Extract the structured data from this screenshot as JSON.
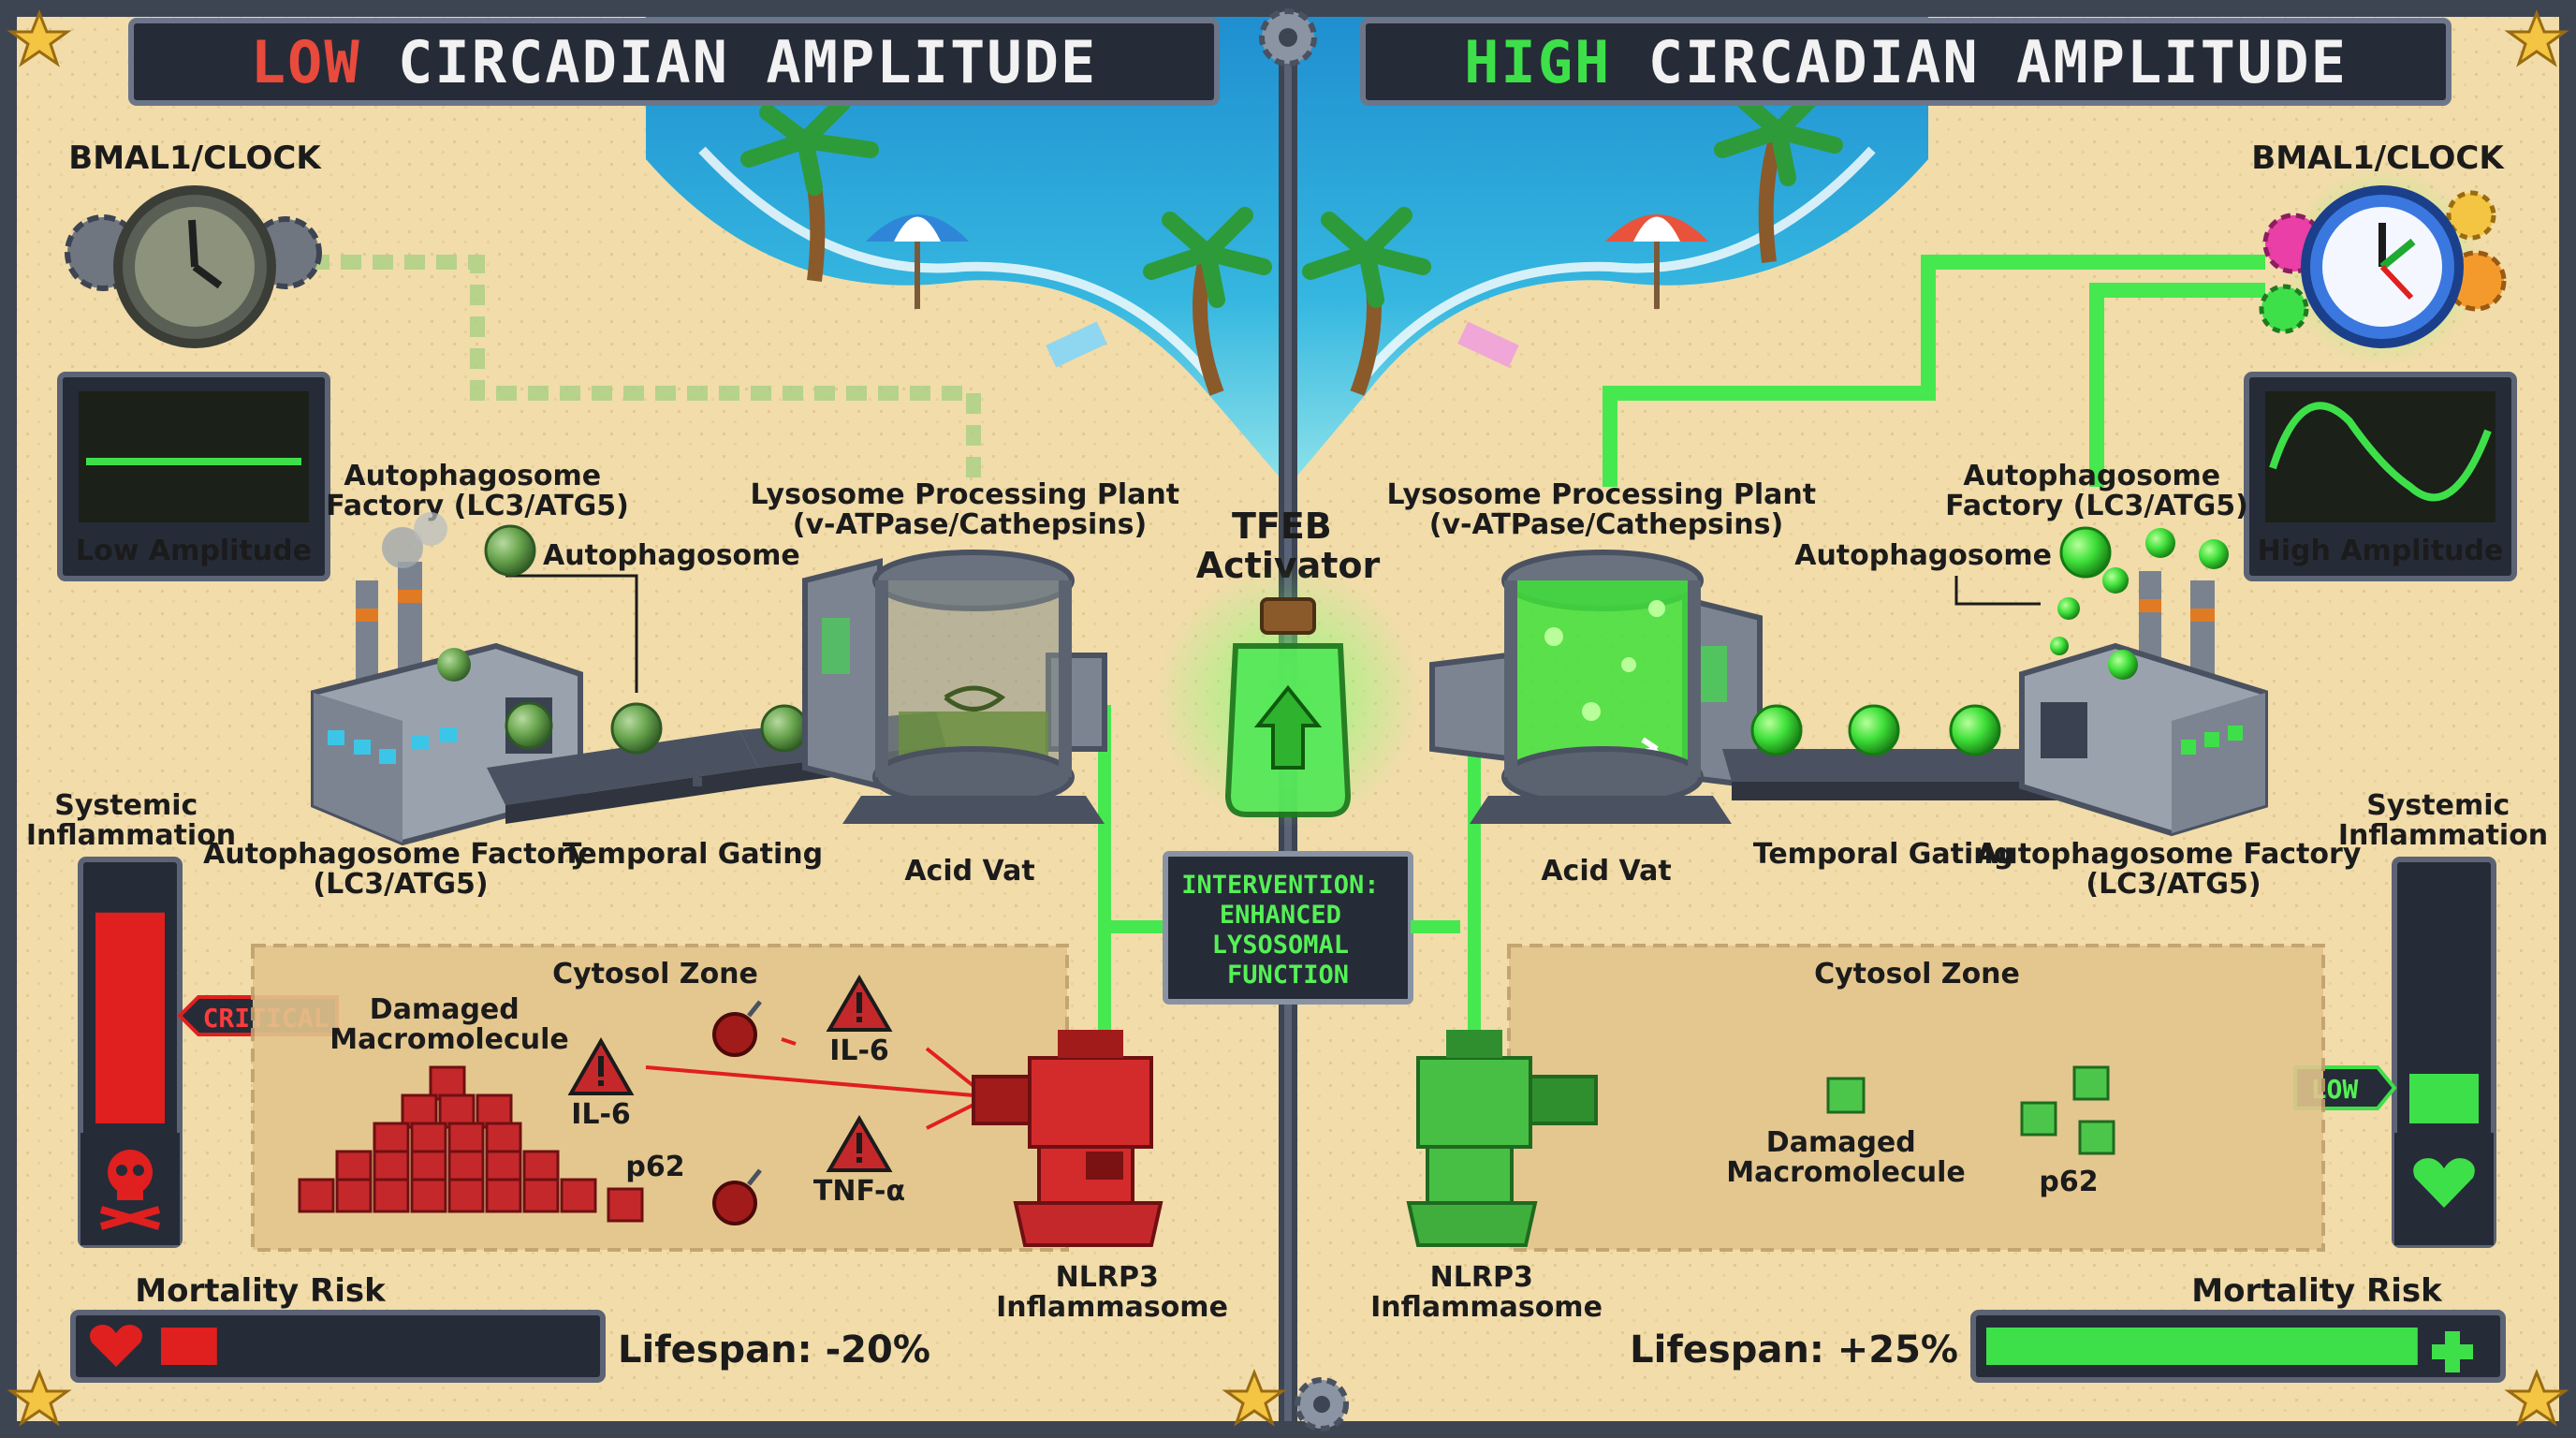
{
  "colors": {
    "sand": "#f1dcaa",
    "frame": "#3d4452",
    "title_bg": "#262b38",
    "low_accent": "#e84a3c",
    "high_accent": "#3ee04a",
    "pipe_green": "#46e84f",
    "danger_red": "#e01f1f",
    "text_dark": "#1b1b1b"
  },
  "titles": {
    "left_prefix": "LOW",
    "left_suffix": " CIRCADIAN AMPLITUDE",
    "right_prefix": "HIGH",
    "right_suffix": " CIRCADIAN AMPLITUDE"
  },
  "center": {
    "tfeb_line1": "TFEB",
    "tfeb_line2": "Activator",
    "intervention_lines": [
      "INTERVENTION:",
      "ENHANCED",
      "LYSOSOMAL",
      "FUNCTION"
    ]
  },
  "left": {
    "clock_label": "BMAL1/CLOCK",
    "monitor_label": "Low Amplitude",
    "factory_top_line1": "Autophagosome",
    "factory_top_line2": "Factory (LC3/ATG5)",
    "autophagosome": "Autophagosome",
    "lysosome_line1": "Lysosome Processing Plant",
    "lysosome_line2": "(v-ATPase/Cathepsins)",
    "factory_bottom_line1": "Autophagosome Factory",
    "factory_bottom_line2": "(LC3/ATG5)",
    "temporal_gating": "Temporal Gating",
    "acid_vat": "Acid Vat",
    "inflammation_line1": "Systemic",
    "inflammation_line2": "Inflammation",
    "inflammation_badge": "CRITICAL",
    "inflammation_level": 0.85,
    "cytosol": "Cytosol Zone",
    "damaged_line1": "Damaged",
    "damaged_line2": "Macromolecule",
    "il6_a": "IL-6",
    "il6_b": "IL-6",
    "tnf": "TNF-α",
    "p62": "p62",
    "nlrp3_line1": "NLRP3",
    "nlrp3_line2": "Inflammasome",
    "mortality": "Mortality Risk",
    "mortality_level": 0.13,
    "lifespan": "Lifespan: -20%"
  },
  "right": {
    "clock_label": "BMAL1/CLOCK",
    "monitor_label": "High Amplitude",
    "factory_top_line1": "Autophagosome",
    "factory_top_line2": "Factory (LC3/ATG5)",
    "autophagosome": "Autophagosome",
    "lysosome_line1": "Lysosome Processing Plant",
    "lysosome_line2": "(v-ATPase/Cathepsins)",
    "factory_bottom_line1": "Autophagosome Factory",
    "factory_bottom_line2": "(LC3/ATG5)",
    "temporal_gating": "Temporal Gating",
    "acid_vat": "Acid Vat",
    "inflammation_line1": "Systemic",
    "inflammation_line2": "Inflammation",
    "inflammation_badge": "LOW",
    "inflammation_level": 0.2,
    "cytosol": "Cytosol Zone",
    "damaged_line1": "Damaged",
    "damaged_line2": "Macromolecule",
    "p62": "p62",
    "nlrp3_line1": "NLRP3",
    "nlrp3_line2": "Inflammasome",
    "mortality": "Mortality Risk",
    "mortality_level": 0.96,
    "lifespan": "Lifespan: +25%"
  }
}
